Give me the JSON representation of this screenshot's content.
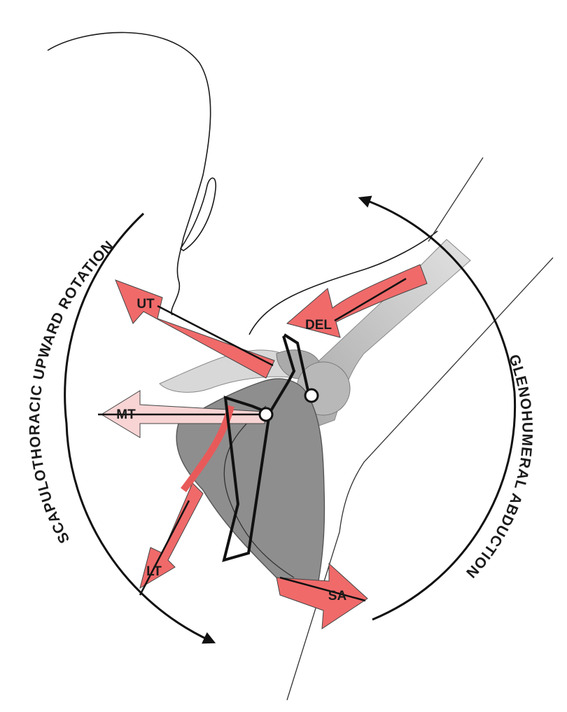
{
  "labels": {
    "ut": "UT",
    "del": "DEL",
    "mt": "MT",
    "lt": "LT",
    "sa": "SA"
  },
  "arcs": {
    "left": "SCAPULOTHORACIC UPWARD ROTATION",
    "right": "GLENOHUMERAL ABDUCTION"
  },
  "colors": {
    "muscle": "#f06a6a",
    "muscle_light": "#f7c8c8",
    "bone": "#9b9b9b",
    "bone_light": "#c8c8c8",
    "line": "#1a1a1a"
  }
}
